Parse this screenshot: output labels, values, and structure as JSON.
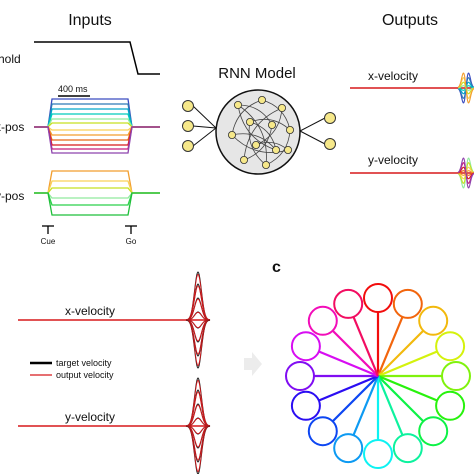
{
  "panel_a": {
    "inputs_title": "Inputs",
    "outputs_title": "Outputs",
    "hold_label": "hold",
    "xpos_label": "x-pos",
    "ypos_label": "y-pos",
    "scale_label": "400 ms",
    "cue_label": "Cue",
    "go_label": "Go",
    "model_title": "RNN Model",
    "out_x_label": "x-velocity",
    "out_y_label": "y-velocity"
  },
  "panel_b": {
    "x_label": "x-velocity",
    "y_label": "y-velocity",
    "legend": [
      {
        "label": "target velocity",
        "color": "#000000"
      },
      {
        "label": "output velocity",
        "color": "#d7191c"
      }
    ]
  },
  "panel_c": {
    "letter": "c",
    "num_targets": 16
  },
  "colors": {
    "output_red": "#d7191c",
    "axis_line": "#000000"
  }
}
